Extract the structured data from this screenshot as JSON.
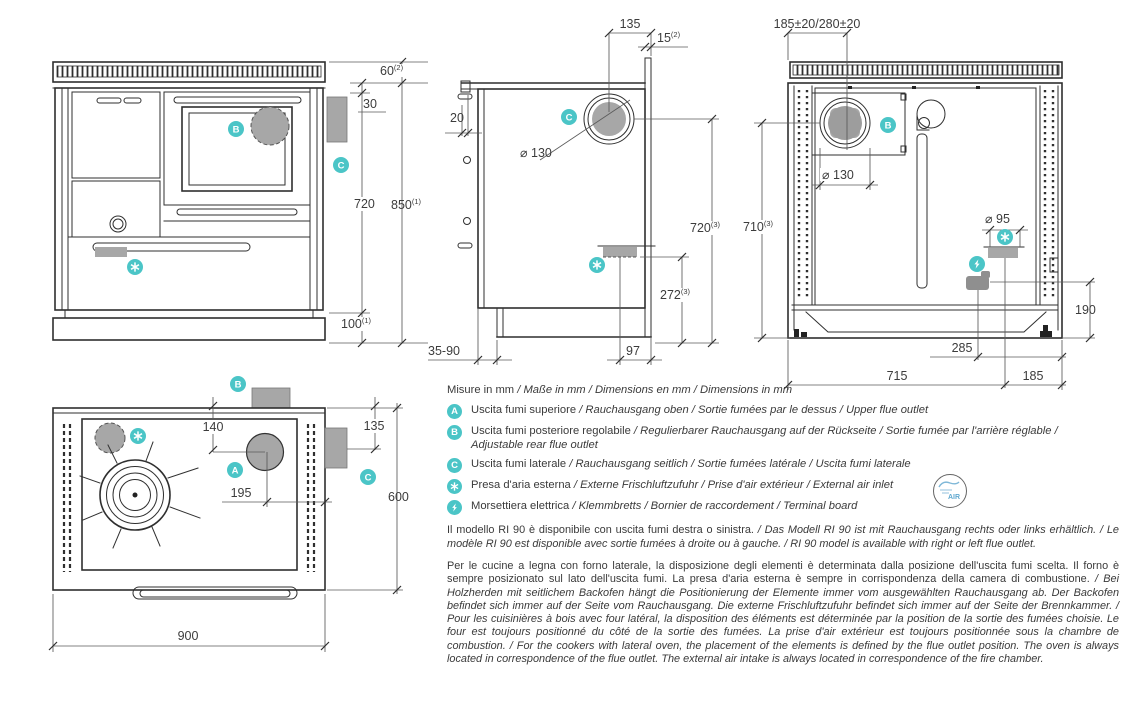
{
  "colors": {
    "teal": "#4bc5c7",
    "gray": "#a7a7a7",
    "line": "#2f2f2f",
    "text": "#3a3a3a"
  },
  "markers": {
    "a": "A",
    "b": "B",
    "c": "C",
    "air": "✳",
    "elec": "⚡"
  },
  "dims": {
    "front": {
      "h60": "60",
      "h60_sup": "(2)",
      "h30": "30",
      "h720": "720",
      "h850": "850",
      "h850_sup": "(1)",
      "h100": "100",
      "h100_sup": "(1)"
    },
    "side": {
      "w135": "135",
      "w15": "15",
      "w15_sup": "(2)",
      "w20": "20",
      "dia130": "⌀ 130",
      "h720": "720",
      "h720_sup": "(3)",
      "h272": "272",
      "h272_sup": "(3)",
      "w3590": "35-90",
      "w97": "97"
    },
    "rear": {
      "wtop": "185±20/280±20",
      "dia130": "⌀ 130",
      "dia95": "⌀ 95",
      "h710": "710",
      "h710_sup": "(3)",
      "h190": "190",
      "w285": "285",
      "w715": "715",
      "w185": "185"
    },
    "top": {
      "d140": "140",
      "d195": "195",
      "d135": "135",
      "d600": "600",
      "d900": "900"
    }
  },
  "units": {
    "roman": "Misure in mm",
    "italic": " / Maße in mm / Dimensions en mm / Dimensions in mm"
  },
  "legend": {
    "a": {
      "roman": "Uscita fumi superiore",
      "italic": " / Rauchausgang oben  / Sortie fumées par le dessus / Upper flue outlet"
    },
    "b": {
      "roman": "Uscita fumi posteriore regolabile",
      "italic": " / Regulierbarer Rauchausgang auf der Rückseite / Sortie fumée par l'arrière réglable / Adjustable rear flue outlet"
    },
    "c": {
      "roman": "Uscita fumi laterale",
      "italic": " / Rauchausgang seitlich  / Sortie fumées latérale / Uscita fumi laterale"
    },
    "air": {
      "roman": "Presa d'aria esterna",
      "italic": " / Externe Frischluftzufuhr / Prise d'air extérieur / External air inlet"
    },
    "elec": {
      "roman": "Morsettiera elettrica",
      "italic": " / Klemmbretts / Bornier de raccordement / Terminal board"
    }
  },
  "air_badge_label": "AIR",
  "paragraphs": {
    "intro_roman": "Il modello RI 90 è disponibile con uscita fumi destra o sinistra.",
    "intro_italic": " / Das Modell RI 90 ist mit Rauchausgang rechts oder links erhältlich. / Le modèle RI 90 est disponible avec sortie fumées à droite ou à gauche. / RI 90 model is available with right or left flue outlet.",
    "note_roman": "Per le cucine a legna con forno laterale, la disposizione degli elementi è determinata dalla posizione dell'uscita fumi scelta. Il forno è sempre posizionato sul lato dell'uscita fumi. La presa d'aria esterna è sempre in corrispondenza della camera di combustione.",
    "note_italic": " / Bei Holzherden mit seitlichem Backofen hängt die Positionierung der Elemente immer vom ausgewählten Rauchausgang ab. Der Backofen befindet sich immer auf der Seite vom Rauchausgang. Die externe Frischluftzufuhr befindet sich immer auf der Seite der Brennkammer. / Pour les cuisinières à bois avec four latéral, la disposition des éléments est déterminée par la position de la sortie des fumées choisie. Le four est toujours positionné du côté de la sortie des fumées. La prise d'air extérieur est toujours positionnée sous la chambre de combustion. / For the cookers with lateral oven, the placement of the elements is defined by the flue outlet position. The oven is always located in correspondence of the flue outlet. The external air intake is always located in correspondence of the fire chamber."
  }
}
